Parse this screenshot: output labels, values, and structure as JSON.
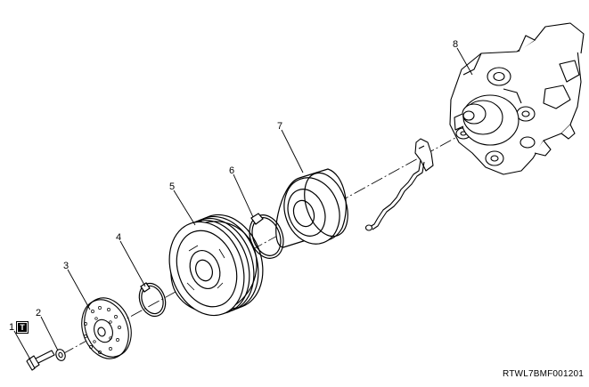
{
  "callouts": {
    "c1": "1",
    "c2": "2",
    "c3": "3",
    "c4": "4",
    "c5": "5",
    "c6": "6",
    "c7": "7",
    "c8": "8"
  },
  "torque_symbol": "T",
  "drawing_code": "RTWL7BMF001201"
}
